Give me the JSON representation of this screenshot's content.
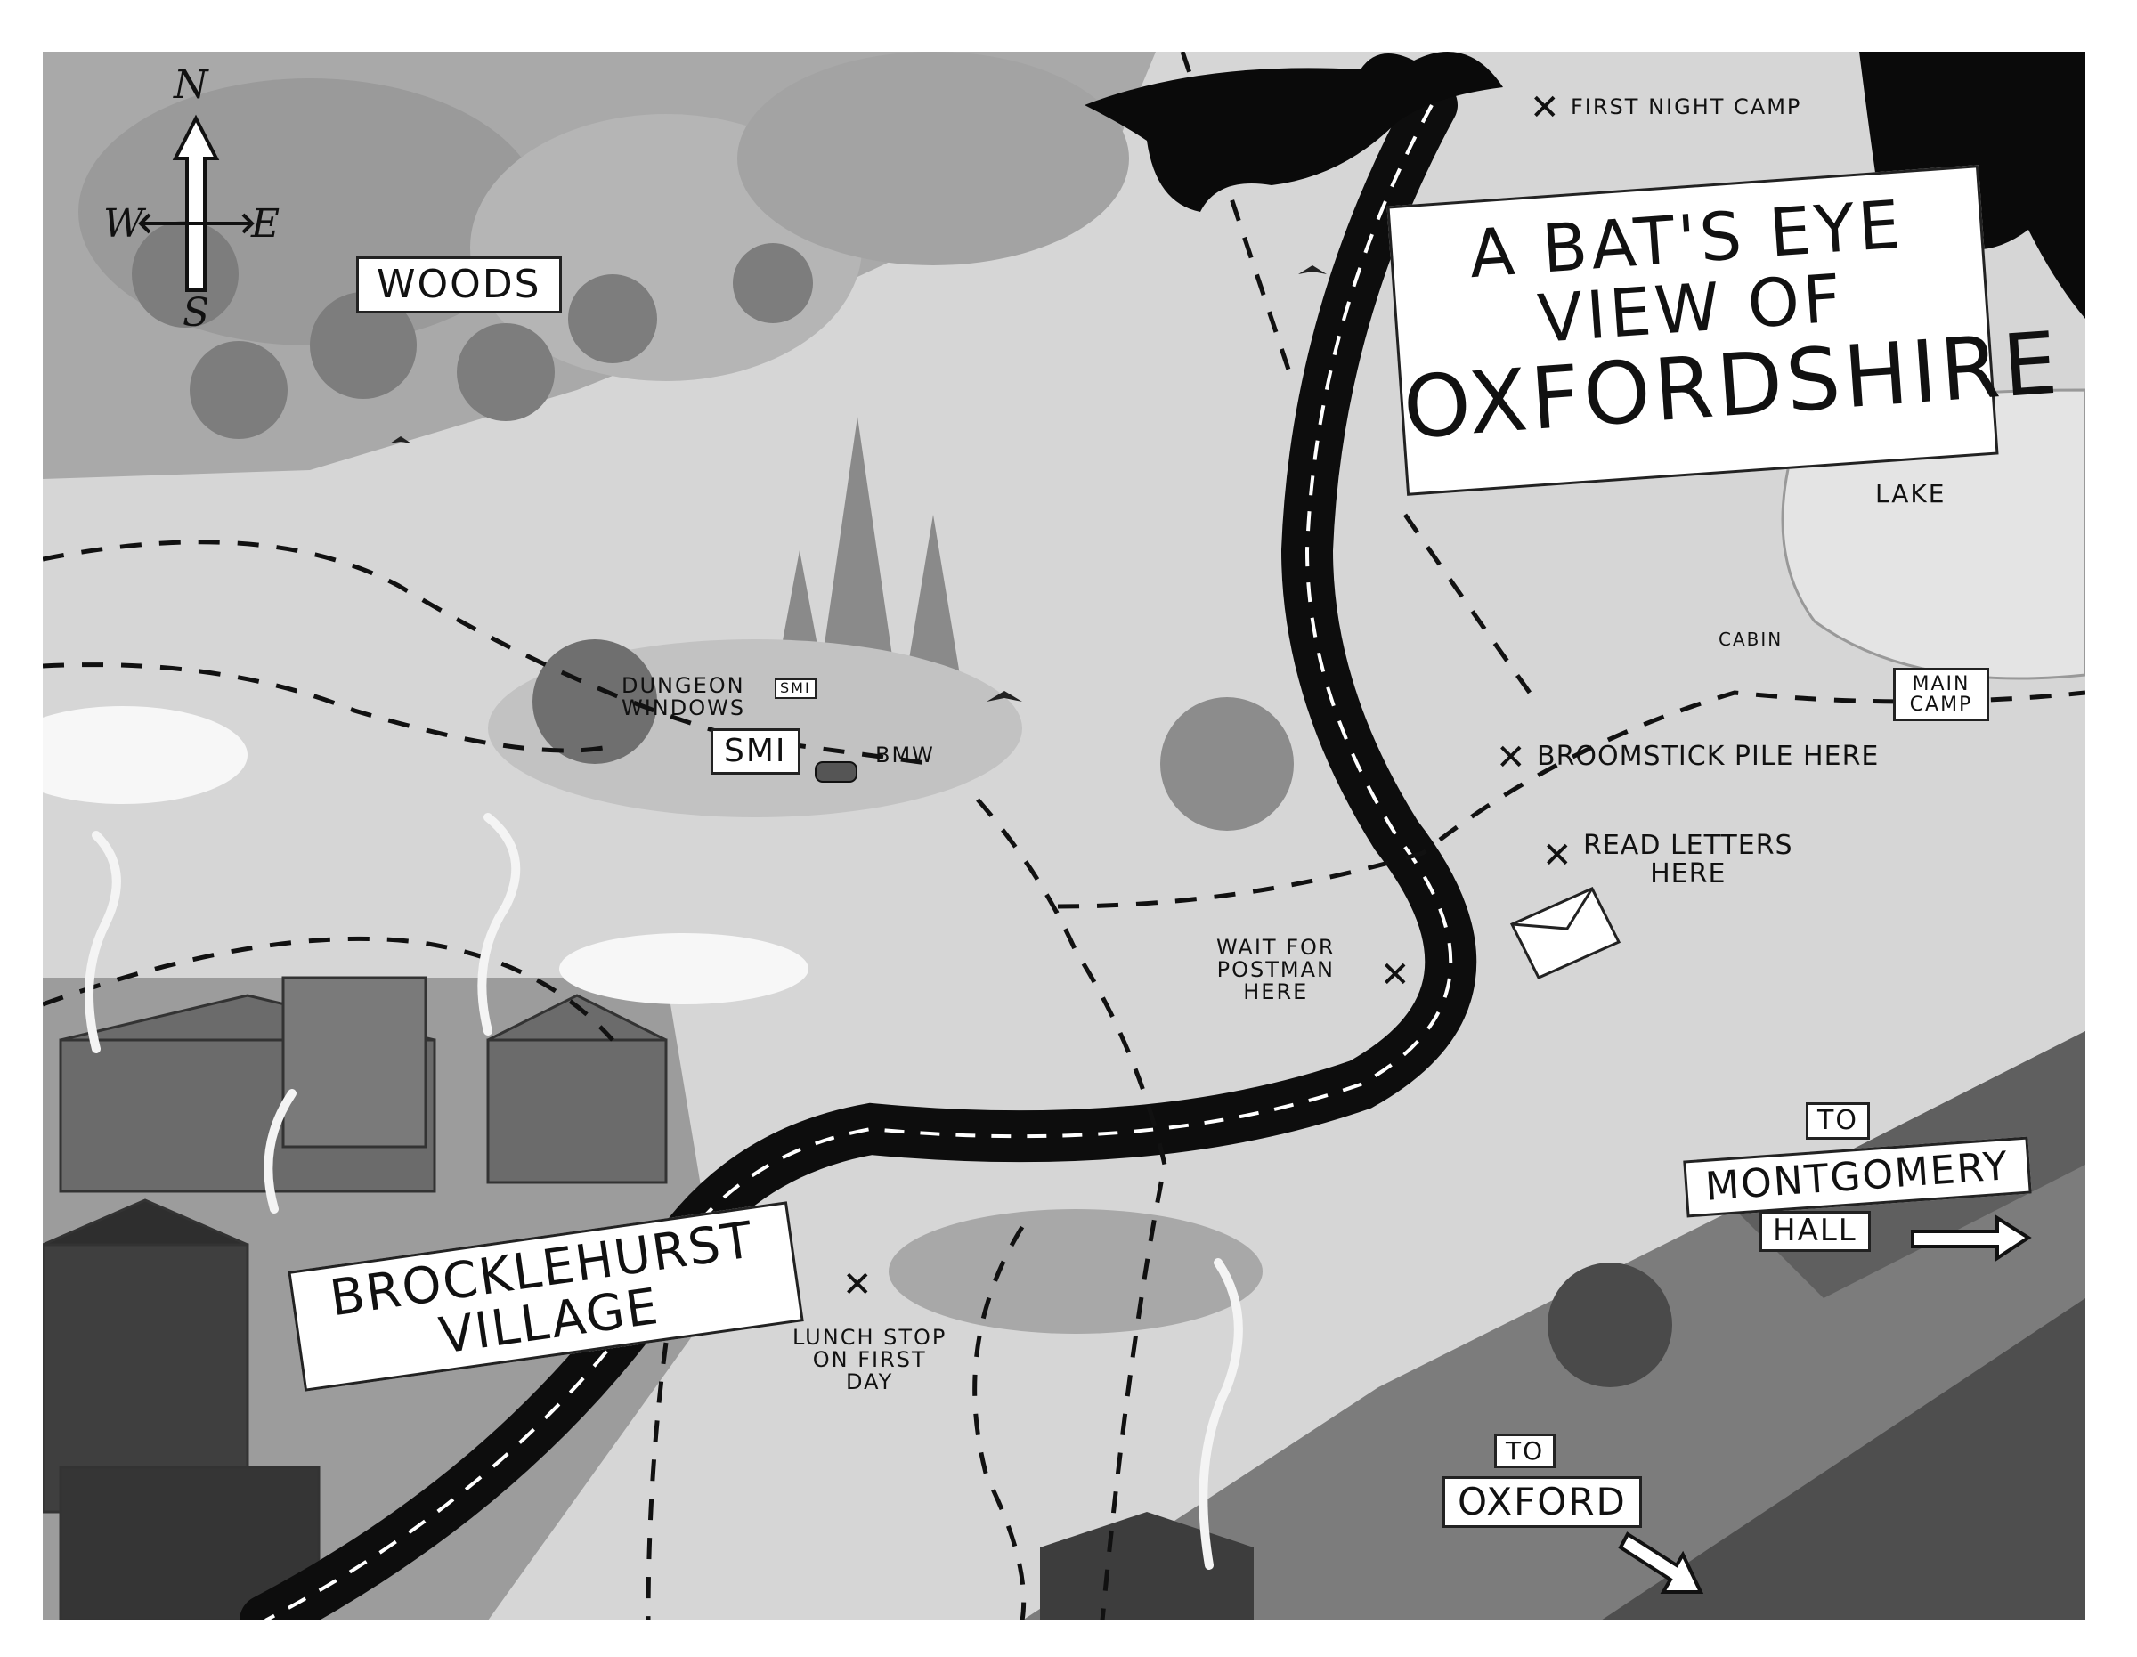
{
  "title": {
    "line1": "A BAT'S EYE",
    "line2": "VIEW OF",
    "line3": "OXFORDSHIRE"
  },
  "compass": {
    "north": "N",
    "south": "S",
    "east": "E",
    "west": "W"
  },
  "regions": {
    "woods": "WOODS",
    "lake": "LAKE",
    "cabin": "CABIN",
    "main_camp": "MAIN CAMP",
    "smi_large": "SMI",
    "smi_small": "SMI",
    "dungeon_windows": "DUNGEON WINDOWS",
    "bmw": "BMW",
    "village_line1": "BROCKLEHURST",
    "village_line2": "VILLAGE"
  },
  "markers": {
    "first_night_camp": "FIRST NIGHT CAMP",
    "broomstick_pile": "BROOMSTICK PILE HERE",
    "read_letters_1": "READ LETTERS",
    "read_letters_2": "HERE",
    "wait_postman_1": "WAIT FOR",
    "wait_postman_2": "POSTMAN",
    "wait_postman_3": "HERE",
    "lunch_stop_1": "LUNCH STOP",
    "lunch_stop_2": "ON FIRST",
    "lunch_stop_3": "DAY"
  },
  "directions": {
    "montgomery_1": "TO",
    "montgomery_2": "MONTGOMERY",
    "montgomery_3": "HALL",
    "oxford_1": "TO",
    "oxford_2": "OXFORD"
  },
  "icons": {
    "x_marker": "x-mark-icon",
    "arrow": "arrow-icon",
    "bat": "bat-icon",
    "envelope": "envelope-icon",
    "car": "car-icon"
  },
  "colors": {
    "paper": "#ffffff",
    "ink": "#111111",
    "road": "#0d0d0d",
    "field_light": "#d9d9d9",
    "field_dark": "#6e6e6e"
  }
}
